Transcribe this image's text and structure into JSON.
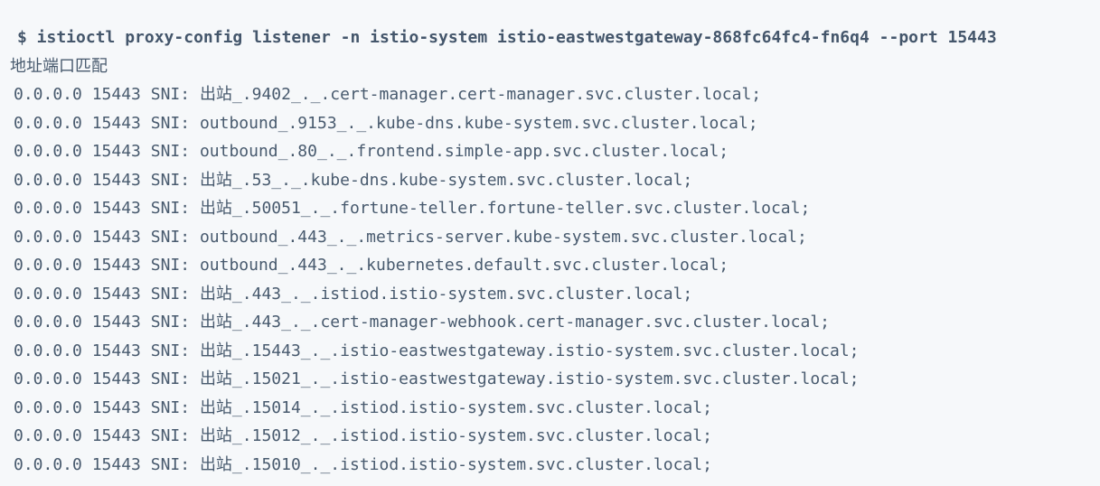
{
  "colors": {
    "background": "#f6f8fa",
    "text": "#485a6e",
    "command_text": "#44566b"
  },
  "terminal": {
    "command": "$ istioctl proxy-config listener -n istio-system istio-eastwestgateway-868fc64fc4-fn6q4 --port 15443",
    "output_header": "地址端口匹配",
    "rows": [
      {
        "address": "0.0.0.0",
        "port": "15443",
        "sni_label": "SNI:",
        "destination": "出站_.9402_._.cert-manager.cert-manager.svc.cluster.local;"
      },
      {
        "address": "0.0.0.0",
        "port": "15443",
        "sni_label": "SNI:",
        "destination": "outbound_.9153_._.kube-dns.kube-system.svc.cluster.local;"
      },
      {
        "address": "0.0.0.0",
        "port": "15443",
        "sni_label": "SNI:",
        "destination": "outbound_.80_._.frontend.simple-app.svc.cluster.local;"
      },
      {
        "address": "0.0.0.0",
        "port": "15443",
        "sni_label": "SNI:",
        "destination": "出站_.53_._.kube-dns.kube-system.svc.cluster.local;"
      },
      {
        "address": "0.0.0.0",
        "port": "15443",
        "sni_label": "SNI:",
        "destination": "出站_.50051_._.fortune-teller.fortune-teller.svc.cluster.local;"
      },
      {
        "address": "0.0.0.0",
        "port": "15443",
        "sni_label": "SNI:",
        "destination": "outbound_.443_._.metrics-server.kube-system.svc.cluster.local;"
      },
      {
        "address": "0.0.0.0",
        "port": "15443",
        "sni_label": "SNI:",
        "destination": "outbound_.443_._.kubernetes.default.svc.cluster.local;"
      },
      {
        "address": "0.0.0.0",
        "port": "15443",
        "sni_label": "SNI:",
        "destination": "出站_.443_._.istiod.istio-system.svc.cluster.local;"
      },
      {
        "address": "0.0.0.0",
        "port": "15443",
        "sni_label": "SNI:",
        "destination": "出站_.443_._.cert-manager-webhook.cert-manager.svc.cluster.local;"
      },
      {
        "address": "0.0.0.0",
        "port": "15443",
        "sni_label": "SNI:",
        "destination": "出站_.15443_._.istio-eastwestgateway.istio-system.svc.cluster.local;"
      },
      {
        "address": "0.0.0.0",
        "port": "15443",
        "sni_label": "SNI:",
        "destination": "出站_.15021_._.istio-eastwestgateway.istio-system.svc.cluster.local;"
      },
      {
        "address": "0.0.0.0",
        "port": "15443",
        "sni_label": "SNI:",
        "destination": "出站_.15014_._.istiod.istio-system.svc.cluster.local;"
      },
      {
        "address": "0.0.0.0",
        "port": "15443",
        "sni_label": "SNI:",
        "destination": "出站_.15012_._.istiod.istio-system.svc.cluster.local;"
      },
      {
        "address": "0.0.0.0",
        "port": "15443",
        "sni_label": "SNI:",
        "destination": "出站_.15010_._.istiod.istio-system.svc.cluster.local;"
      }
    ]
  }
}
